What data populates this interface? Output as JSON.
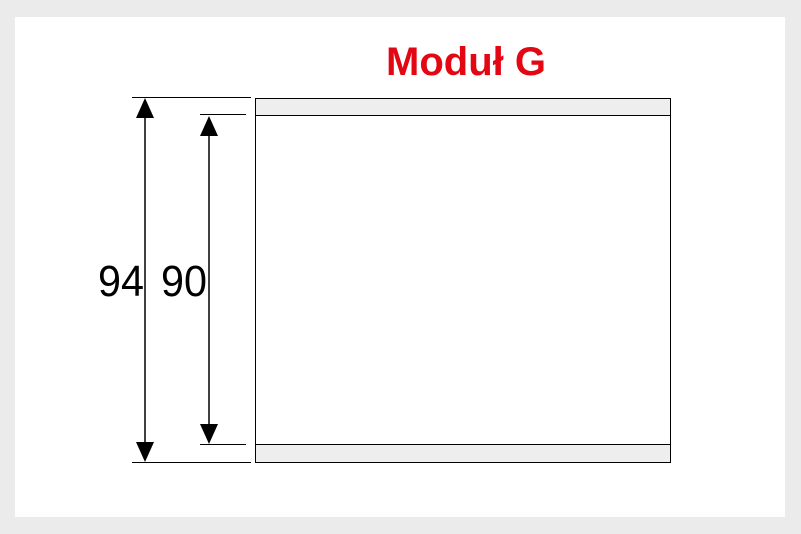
{
  "title": "Moduł G",
  "colors": {
    "title": "#e30613",
    "line": "#000000",
    "plate": "#eeeeee",
    "background": "#ebebeb",
    "panel": "#ffffff"
  },
  "dimensions": {
    "outer": {
      "label": "94",
      "value": 94
    },
    "inner": {
      "label": "90",
      "value": 90
    }
  }
}
